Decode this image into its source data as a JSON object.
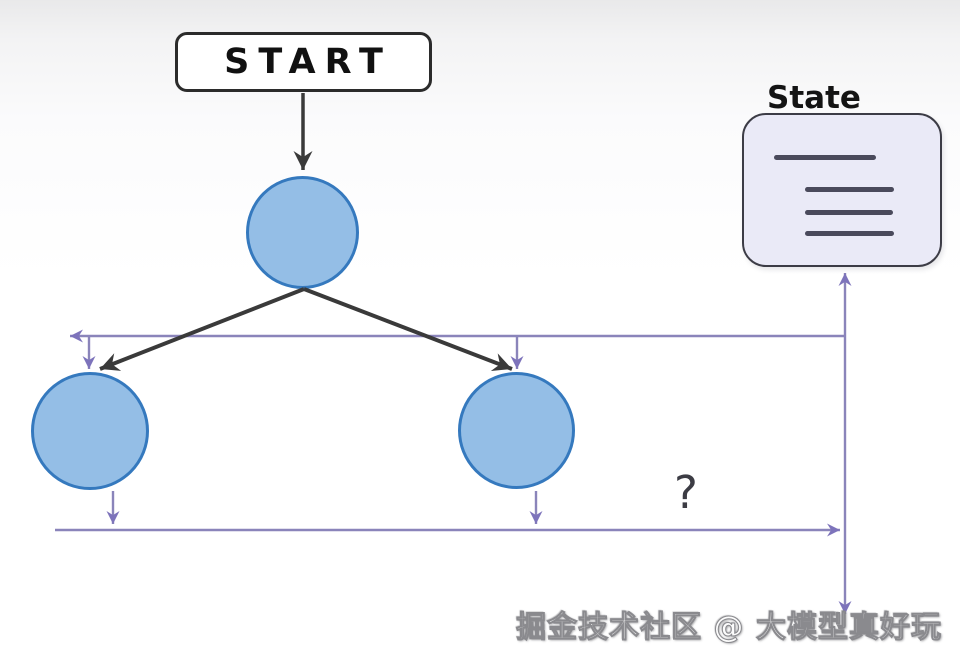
{
  "diagram": {
    "start_node": {
      "label": "START"
    },
    "state_card": {
      "label": "State",
      "line_count": 4
    },
    "question_mark": "?",
    "tree_nodes": [
      "root-node",
      "left-child-node",
      "right-child-node"
    ],
    "colors": {
      "node_fill": "#94bee6",
      "node_border": "#3579be",
      "black_connector": "#3a3a3a",
      "purple_connector": "#8a84ba",
      "purple_arrowhead": "#7d73bb",
      "state_card_fill": "#eaeaf7",
      "state_card_border": "#3c3c46",
      "state_card_line": "#4a4a5c",
      "background_top": "#e9e9ea",
      "background_main": "#ffffff"
    }
  },
  "watermark": {
    "text": "掘金技术社区 @ 大模型真好玩"
  }
}
